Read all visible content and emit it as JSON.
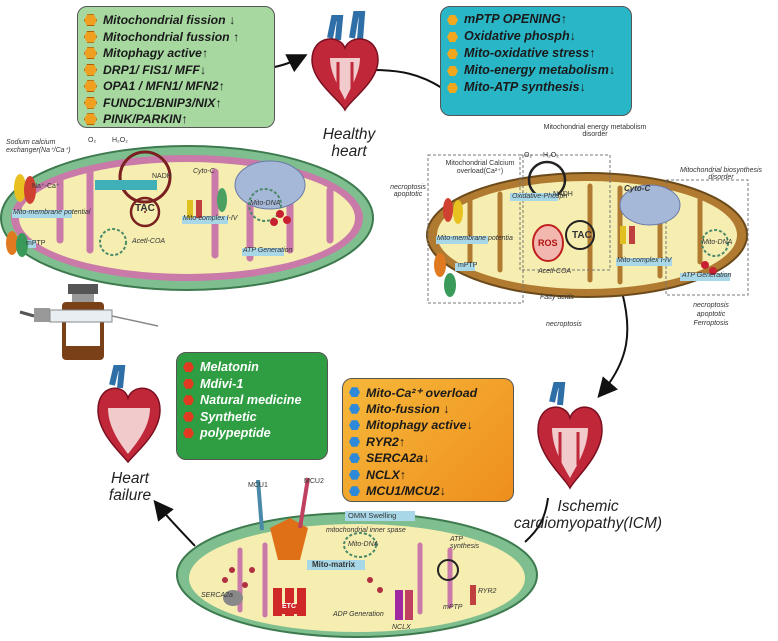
{
  "box_mito_healthy": {
    "items": [
      {
        "text": "Mitochondrial fission ↓"
      },
      {
        "text": "Mitochondrial fussion ↑"
      },
      {
        "text": "Mitophagy active↑"
      },
      {
        "text": "DRP1/ FIS1/ MFF↓"
      },
      {
        "text": "OPA1 / MFN1/ MFN2↑"
      },
      {
        "text": "FUNDC1/BNIP3/NIX↑"
      },
      {
        "text": "PINK/PARKIN↑"
      }
    ]
  },
  "box_mito_icm": {
    "items": [
      {
        "text": "mPTP OPENING↑"
      },
      {
        "text": "Oxidative phosph↓"
      },
      {
        "text": "Mito-oxidative stress↑"
      },
      {
        "text": "Mito-energy metabolism↓"
      },
      {
        "text": "Mito-ATP synthesis↓"
      }
    ]
  },
  "box_treatment": {
    "items": [
      {
        "text": "Melatonin"
      },
      {
        "text": "Mdivi-1"
      },
      {
        "text": "Natural medicine"
      },
      {
        "text": "Synthetic"
      },
      {
        "text": "polypeptide"
      }
    ]
  },
  "box_icm_changes": {
    "items": [
      {
        "text": "Mito-Ca²⁺ overload"
      },
      {
        "text": "Mito-fussion ↓"
      },
      {
        "text": "Mitophagy active↓"
      },
      {
        "text": "RYR2↑"
      },
      {
        "text": "SERCA2a↓"
      },
      {
        "text": "NCLX↑"
      },
      {
        "text": "MCU1/MCU2↓"
      }
    ]
  },
  "captions": {
    "healthy": "Healthy heart",
    "icm": "Ischemic cardiomyopathy(ICM)",
    "failure": "Heart failure"
  },
  "labels_healthy": {
    "sodium_exchanger": "Sodium calcium exchanger(Na⁺/Ca⁺)",
    "o2": "O₂",
    "h2o2": "H₂O₂",
    "cyto_c": "Cyto-C",
    "nadh": "NADH",
    "tac": "TAC",
    "mito_dna": "Mito-DNA",
    "mito_membrane": "Mito-membrane potential",
    "mptp": "mPTP",
    "acetyl_coa": "Acetl-COA",
    "mito_complex": "Mito-complex I-IV",
    "atp_generation": "ATP Generation",
    "na_ca": "Na⁺-Ca⁺"
  },
  "labels_icm": {
    "energy_disorder": "Mitochondrial energy metabolism disorder",
    "calcium_overload": "Mitochondrial Calcium overload(Ca²⁺)",
    "necroptosis_apoptotic": "necroptosis apoptotic",
    "o2": "O₂",
    "h2o2": "H₂O₂",
    "nadh": "NADH",
    "oxidative_phosph": "Oxidative-Phosph",
    "cyto_c": "Cyto-C",
    "biosynthesis_disorder": "Mitochondrial biosynthesis disorder",
    "ros": "ROS",
    "tac": "TAC",
    "mito_membrane": "Mito-membrane potentia",
    "mptp": "mPTP",
    "acetyl_coa": "Acetl-COA",
    "fatty_acids": "Fatty acids",
    "mito_complex": "Mito-complex I-IV",
    "atp_generation": "ATP Generation",
    "mito_dna": "Mito-DNA",
    "necroptosis": "necroptosis",
    "death_types": "necroptosis apoptotic Ferroptosis"
  },
  "labels_failure": {
    "omm_swelling": "OMM Swelling",
    "inner_space": "mitochondrial inner spase",
    "mito_matrix": "Mito-matrix",
    "mcu1": "MCU1",
    "mcu2": "MCU2",
    "mito_dna": "Mito-DNA",
    "serca2a": "SERCA2a",
    "etc": "ETC",
    "adp_generation": "ADP Generation",
    "atp_synthesis": "ATP synthesis",
    "ryr2": "RYR2",
    "mptp": "mPTP",
    "nclx": "NCLX"
  },
  "colors": {
    "box_green_light": "#a6d8a0",
    "box_teal": "#29b7c8",
    "box_green": "#2f9e42",
    "box_orange": "#f2a62c",
    "mito_outer": "#7fbf8f",
    "mito_inner": "#c97aa8",
    "mito_matrix": "#f6eeb0",
    "heart_red": "#c0283a"
  }
}
